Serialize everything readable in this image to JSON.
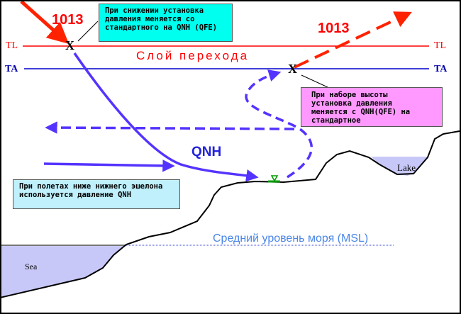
{
  "labels": {
    "tl_left": "TL",
    "tl_right": "TL",
    "ta_left": "TA",
    "ta_right": "TA",
    "pressure_left": "1013",
    "pressure_right": "1013",
    "transition_layer": "Слой перехода",
    "qnh": "QNH",
    "msl": "Средний уровень моря (MSL)",
    "sea": "Sea",
    "lake": "Lake",
    "marker_left": "X",
    "marker_right": "X"
  },
  "notes": {
    "descent": "При снижении установка давления меняется со стандартного на QNH (QFE)",
    "climb": "При наборе высоты установка давления меняется с QNH(QFE) на стандартное",
    "below": "При полетах ниже нижнего эшелона используется давление QNH"
  },
  "colors": {
    "tl": "#ff0000",
    "ta": "#0000cc",
    "path": "#5533ff",
    "sea": "#c8c8f8",
    "teal": "#00ffee",
    "pink": "#ff99ff",
    "cyan": "#bff0fb",
    "msl": "#4a86e8"
  }
}
